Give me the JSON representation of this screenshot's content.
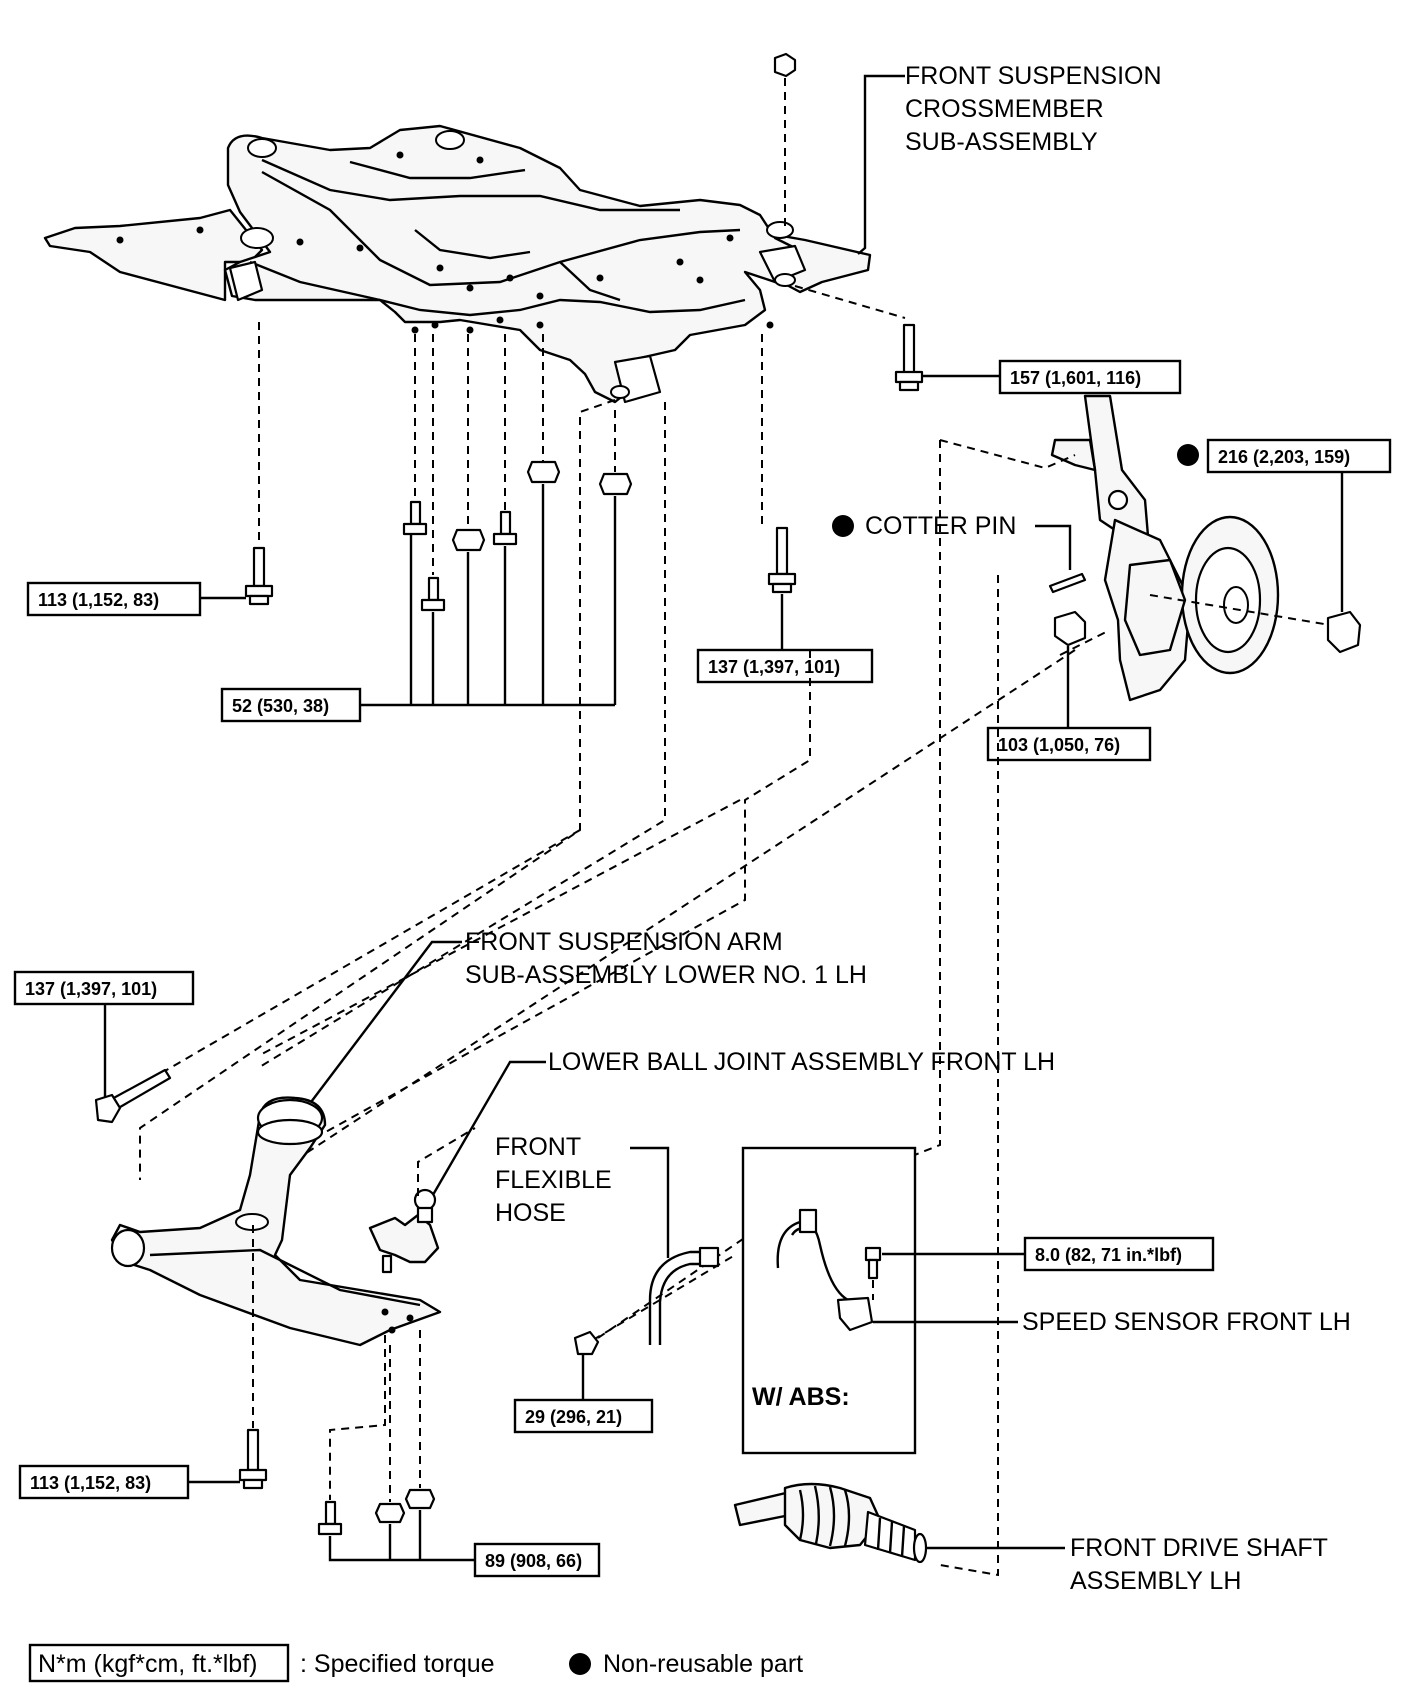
{
  "labels": {
    "crossmember": [
      "FRONT SUSPENSION",
      "CROSSMEMBER",
      "SUB-ASSEMBLY"
    ],
    "cotter_pin": "COTTER PIN",
    "lower_arm": [
      "FRONT SUSPENSION ARM",
      "SUB-ASSEMBLY LOWER NO. 1 LH"
    ],
    "ball_joint": "LOWER BALL JOINT ASSEMBLY FRONT LH",
    "flexible_hose": [
      "FRONT",
      "FLEXIBLE",
      "HOSE"
    ],
    "speed_sensor": "SPEED SENSOR FRONT LH",
    "drive_shaft": [
      "FRONT DRIVE SHAFT",
      "ASSEMBLY LH"
    ],
    "abs_note": "W/ ABS:"
  },
  "torques": {
    "t157": "157 (1,601, 116)",
    "t216": "216 (2,203, 159)",
    "t113_top": "113 (1,152, 83)",
    "t137_mid": "137 (1,397, 101)",
    "t52": "52 (530, 38)",
    "t103": "103 (1,050, 76)",
    "t137_left": "137 (1,397, 101)",
    "t8": "8.0 (82, 71 in.*lbf)",
    "t29": "29 (296, 21)",
    "t113_bot": "113 (1,152, 83)",
    "t89": "89 (908, 66)"
  },
  "legend": {
    "unit_box": "N*m (kgf*cm, ft.*lbf)",
    "specified_torque": ": Specified torque",
    "non_reusable": "Non-reusable part"
  }
}
